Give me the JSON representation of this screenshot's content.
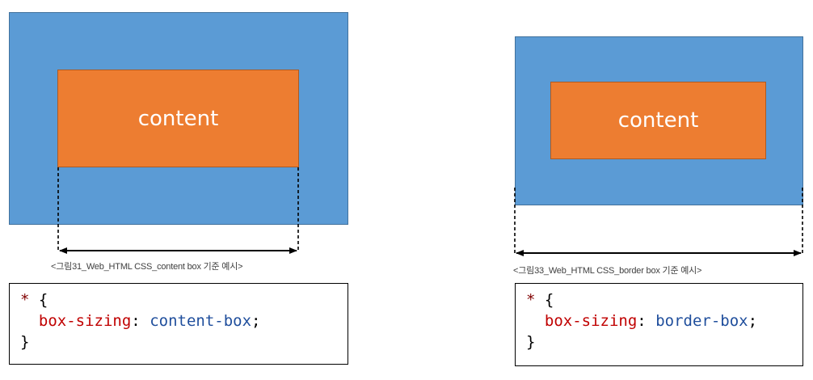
{
  "left": {
    "content_label": "content",
    "caption": "<그림31_Web_HTML CSS_content box 기준 예시>",
    "code": {
      "selector": "*",
      "open_brace": "{",
      "property": "box-sizing",
      "colon": ":",
      "value": "content-box",
      "semicolon": ";",
      "close_brace": "}"
    }
  },
  "right": {
    "content_label": "content",
    "caption": "<그림33_Web_HTML CSS_border box 기준 예시>",
    "code": {
      "selector": "*",
      "open_brace": "{",
      "property": "box-sizing",
      "colon": ":",
      "value": "border-box",
      "semicolon": ";",
      "close_brace": "}"
    }
  },
  "colors": {
    "border_area": "#5b9bd5",
    "content_area": "#ed7d31",
    "code_selector": "#800000",
    "code_property": "#c00000",
    "code_value": "#1f4e9c"
  }
}
